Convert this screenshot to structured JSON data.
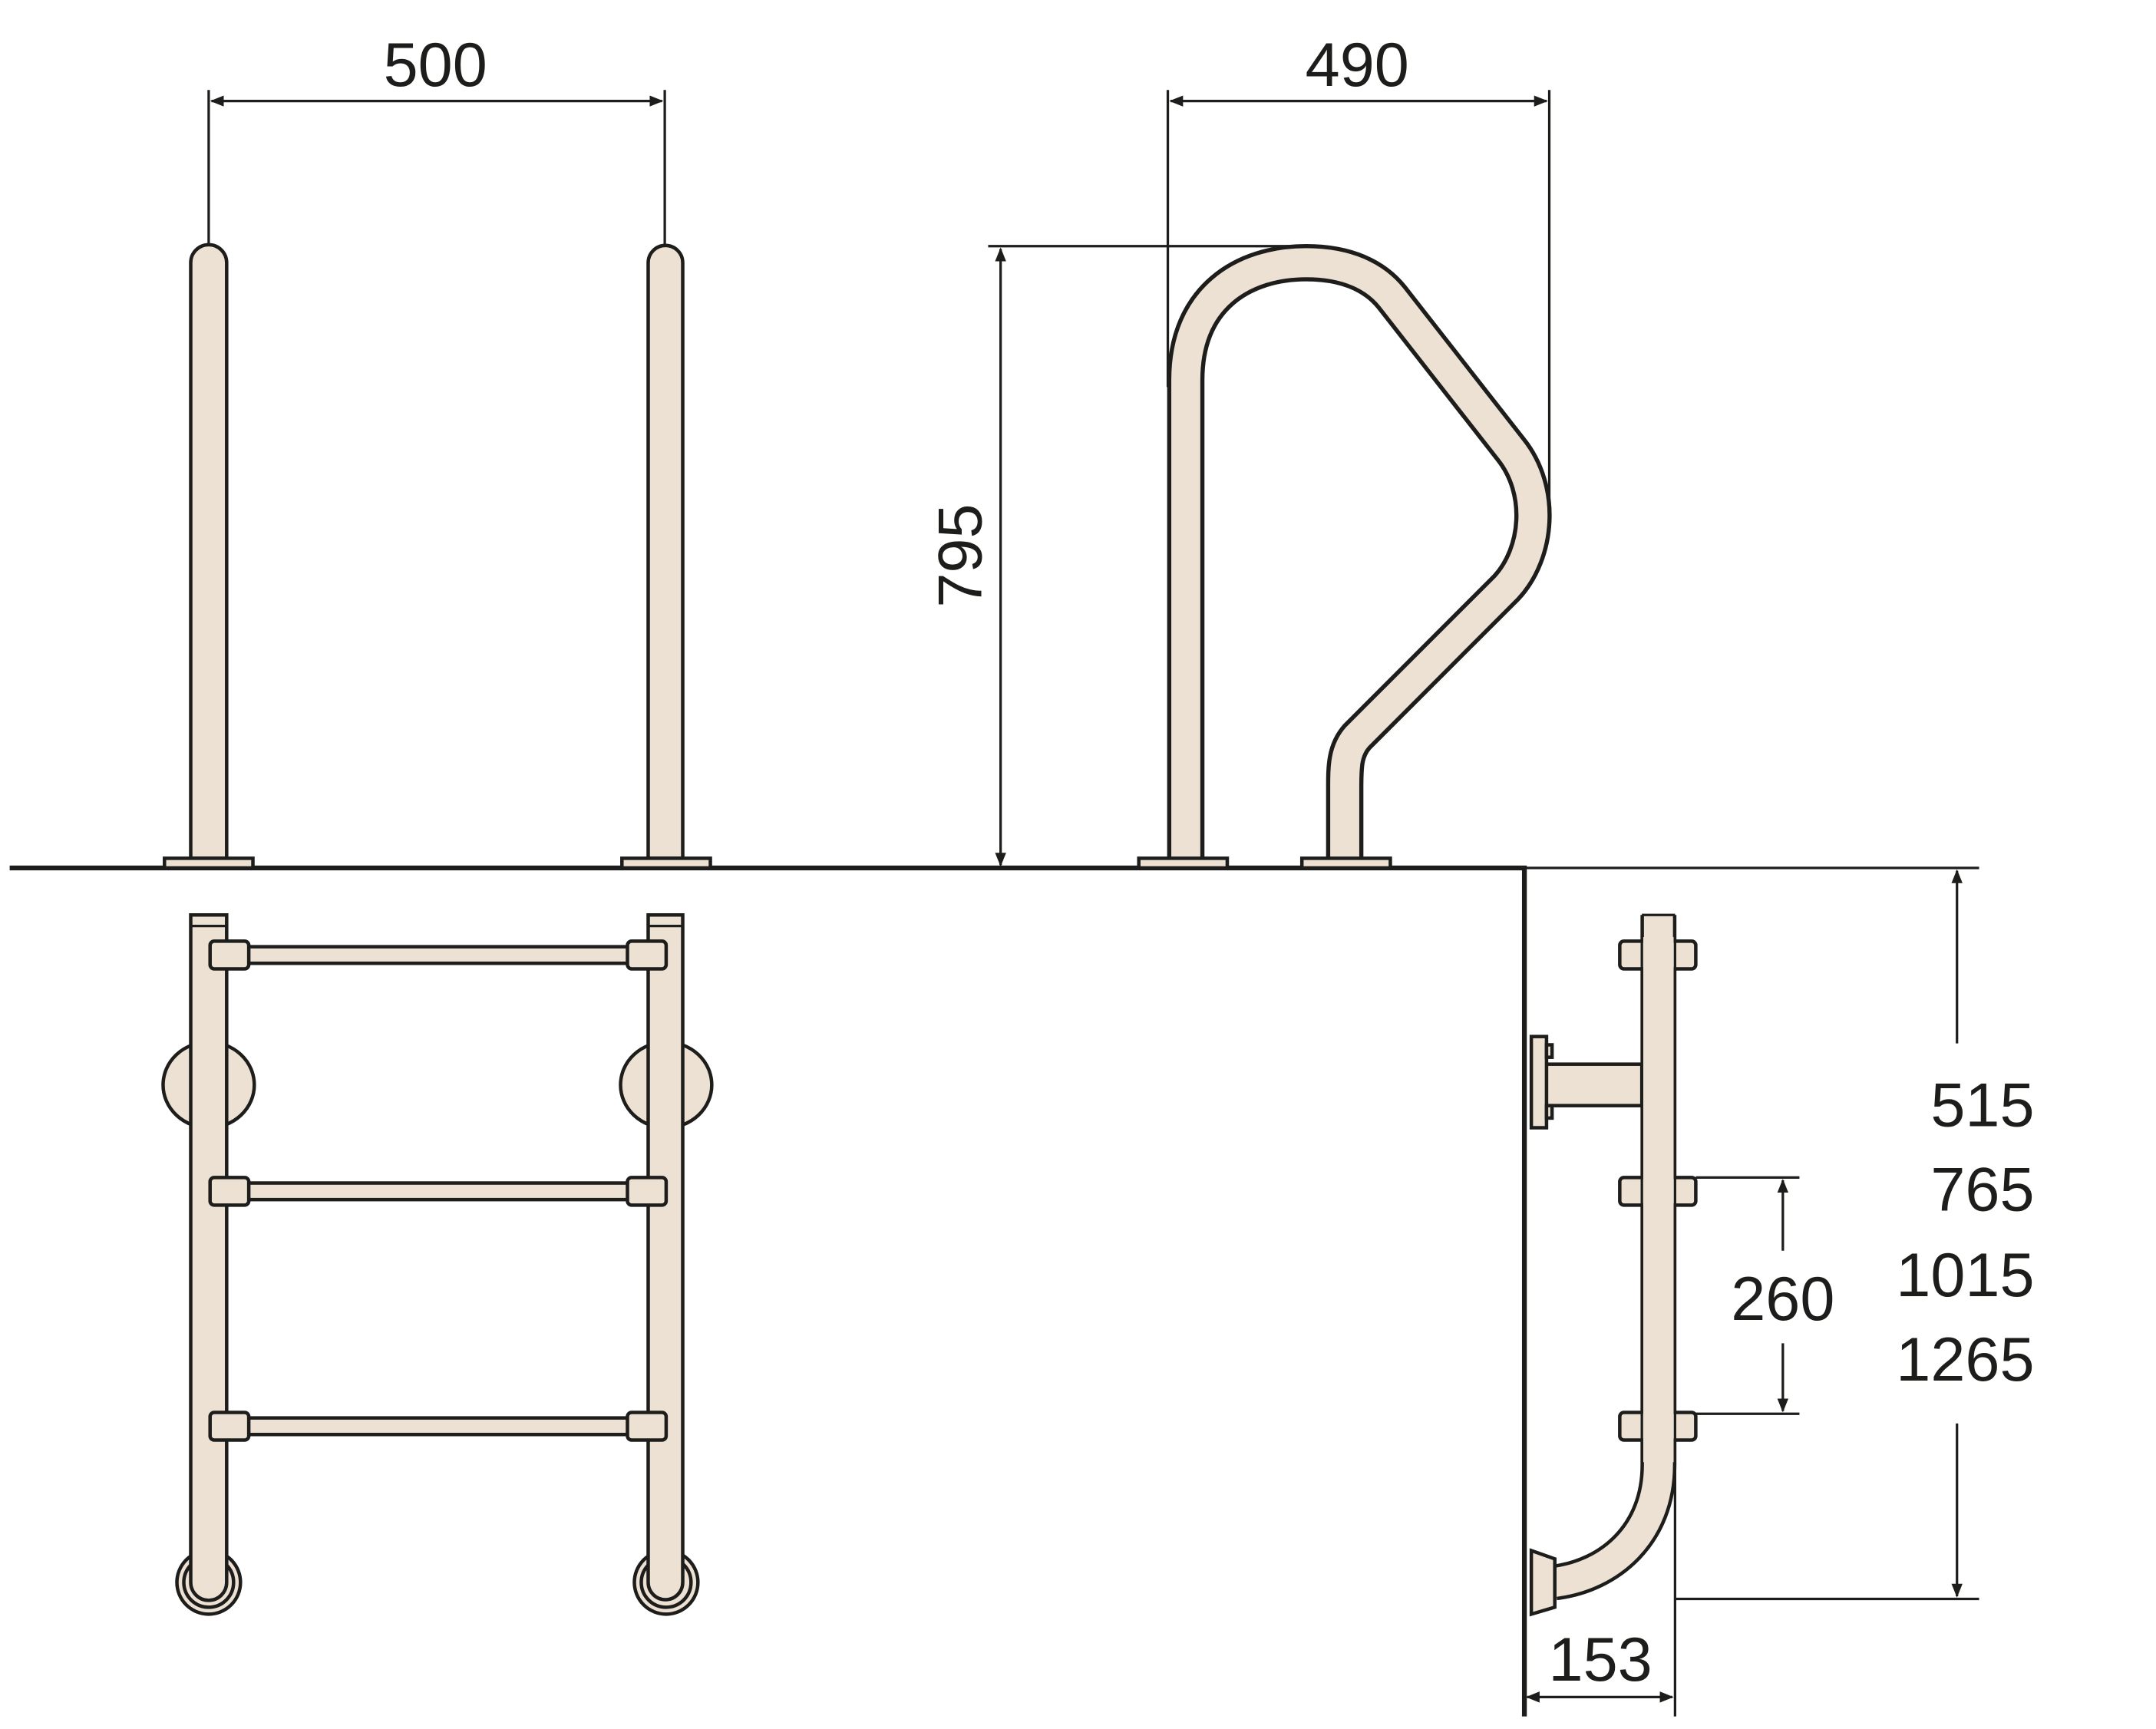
{
  "colors": {
    "fill": "#ede1d4",
    "stroke": "#1d1d1b"
  },
  "dimensions": {
    "ladder_width": "500",
    "handrail_width": "490",
    "handrail_height": "795",
    "step_spacing": "260",
    "wall_offset": "153",
    "depths": [
      "515",
      "765",
      "1015",
      "1265"
    ]
  }
}
